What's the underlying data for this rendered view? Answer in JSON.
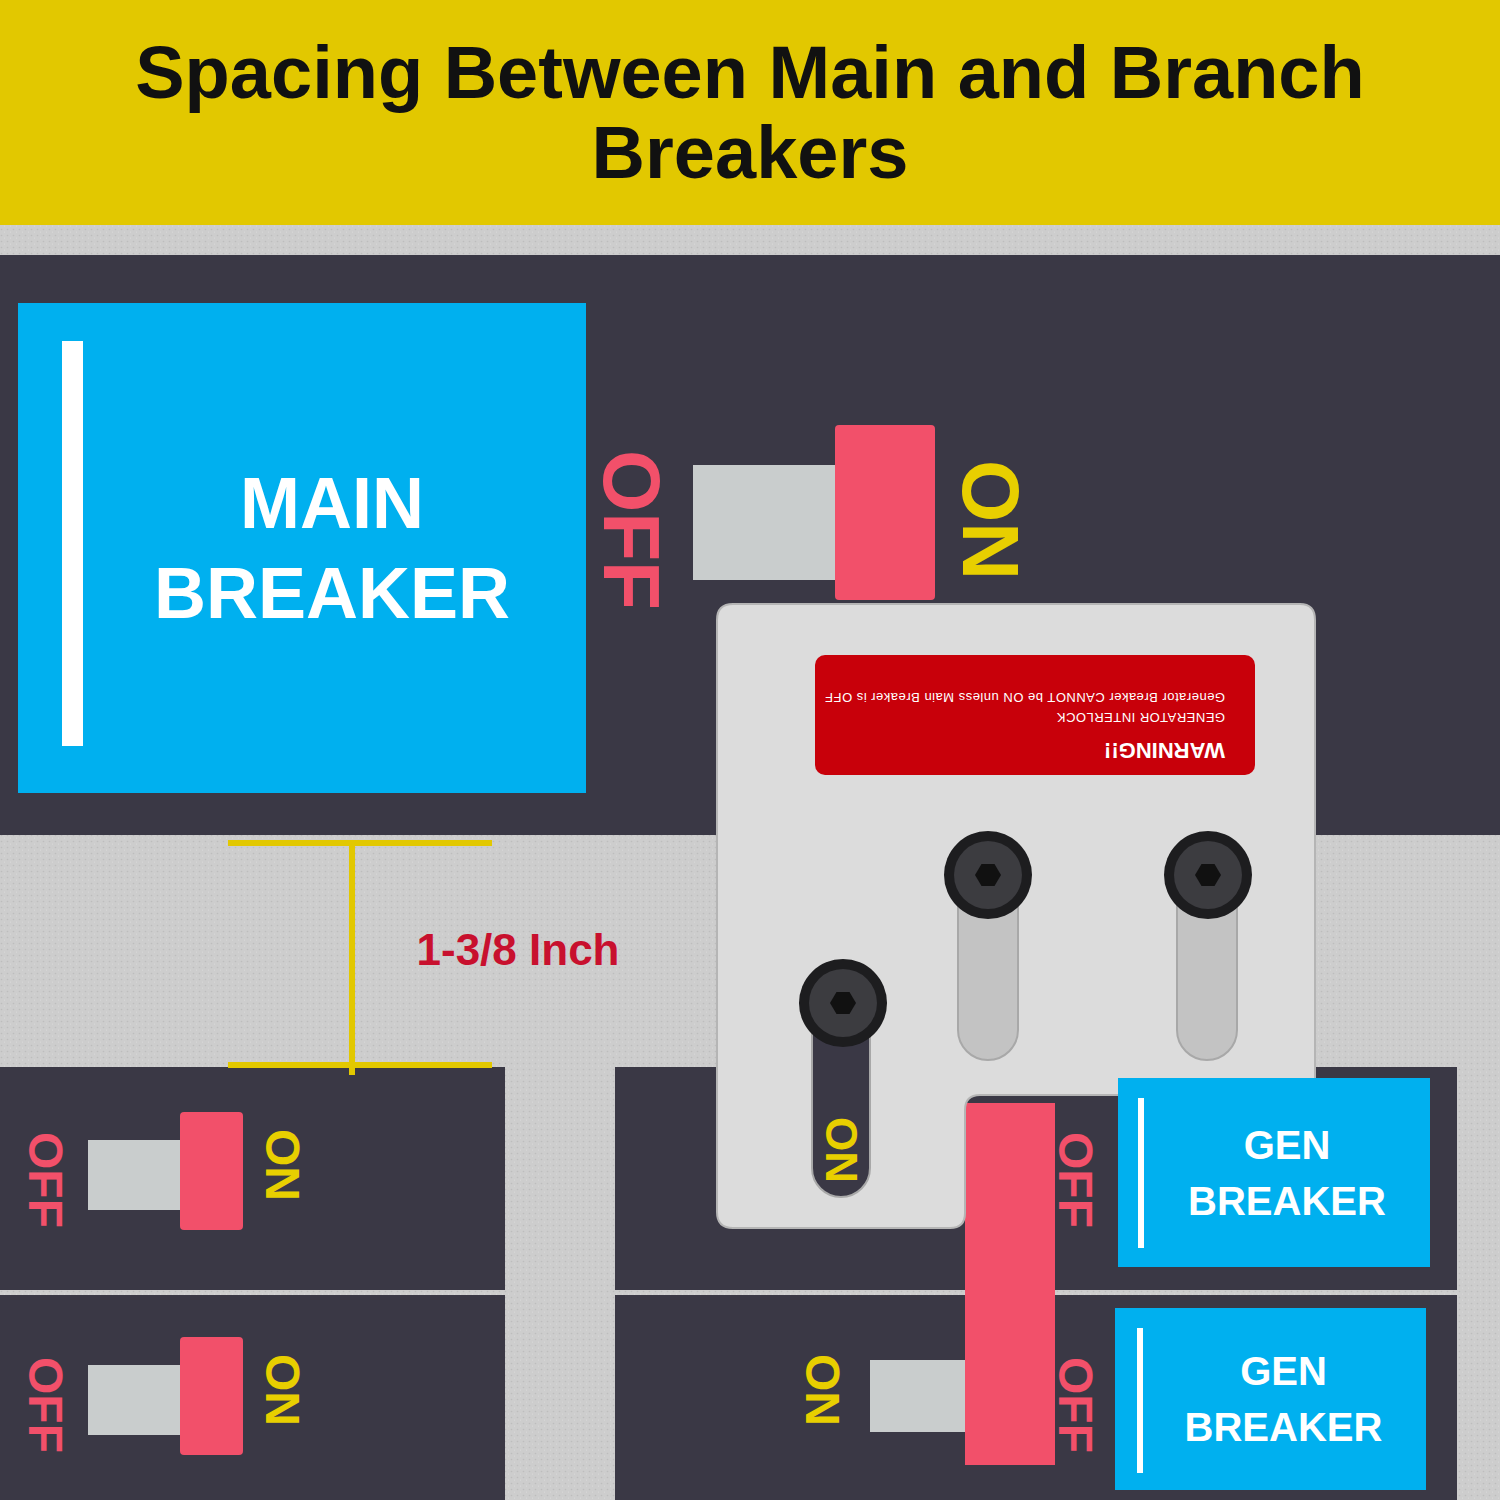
{
  "diagram": {
    "title": "Spacing Between Main and Branch Breakers",
    "nodes": [
      {
        "text": [
          "MAIN BREAKER"
        ]
      },
      {
        "text": [
          "WARNING!!",
          "GENERATOR INTERLOCK",
          "Generator Breaker CANNOT be ON unless Main Breaker is OFF"
        ]
      },
      {
        "text": [
          "GEN BREAKER"
        ]
      },
      {
        "text": [
          "GEN BREAKER"
        ]
      }
    ],
    "labels": [
      "OFF",
      "ON",
      "1-3/8 Inch",
      "OFF",
      "ON",
      "OFF",
      "ON",
      "ON",
      "OFF",
      "ON",
      "OFF"
    ]
  }
}
